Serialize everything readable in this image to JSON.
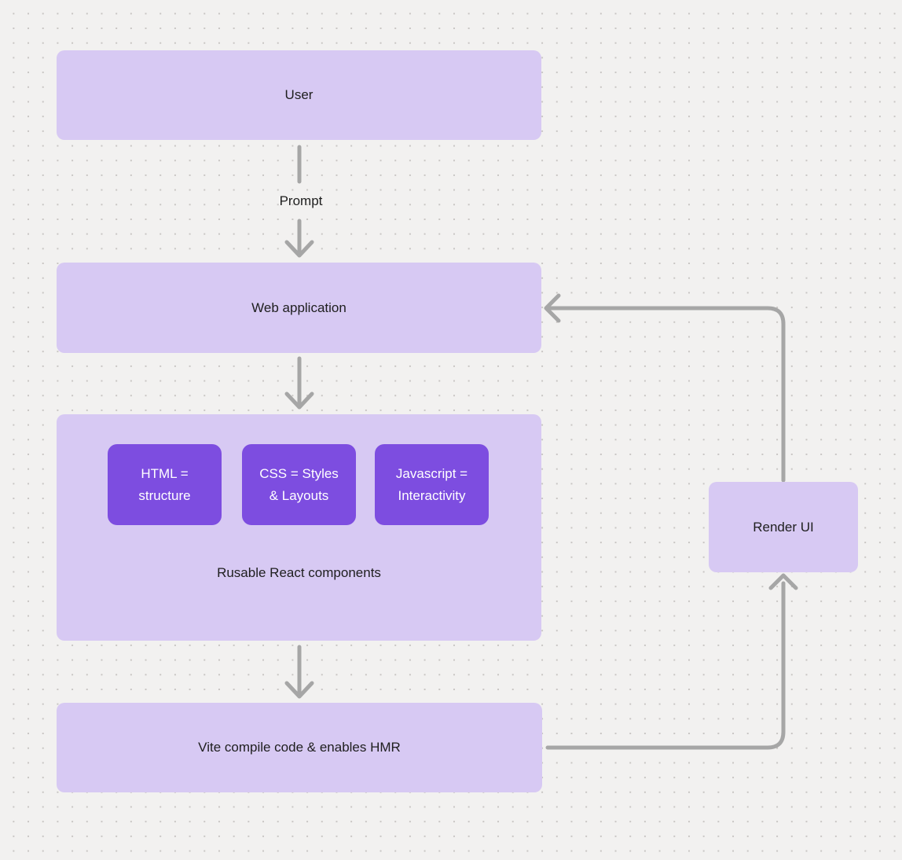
{
  "diagram": {
    "title_hint": "Web app development flow",
    "colors": {
      "background": "#f2f1f0",
      "dot": "#c8c5c3",
      "node_fill": "#d7c9f3",
      "chip_fill": "#7d4de0",
      "chip_text": "#ffffff",
      "label_text": "#1e1e1e",
      "arrow": "#a6a6a6"
    },
    "nodes": {
      "user": {
        "label": "User"
      },
      "web_application": {
        "label": "Web application"
      },
      "components": {
        "caption": "Rusable React components",
        "chips": [
          {
            "label": "HTML =\nstructure"
          },
          {
            "label": "CSS = Styles\n& Layouts"
          },
          {
            "label": "Javascript =\nInteractivity"
          }
        ]
      },
      "vite": {
        "label": "Vite compile code & enables HMR"
      },
      "render_ui": {
        "label": "Render UI"
      }
    },
    "edges": {
      "user_to_web_label": "Prompt",
      "flow": [
        "user -> web_application (Prompt)",
        "web_application -> components",
        "components -> vite",
        "vite -> render_ui",
        "render_ui -> web_application"
      ]
    }
  }
}
